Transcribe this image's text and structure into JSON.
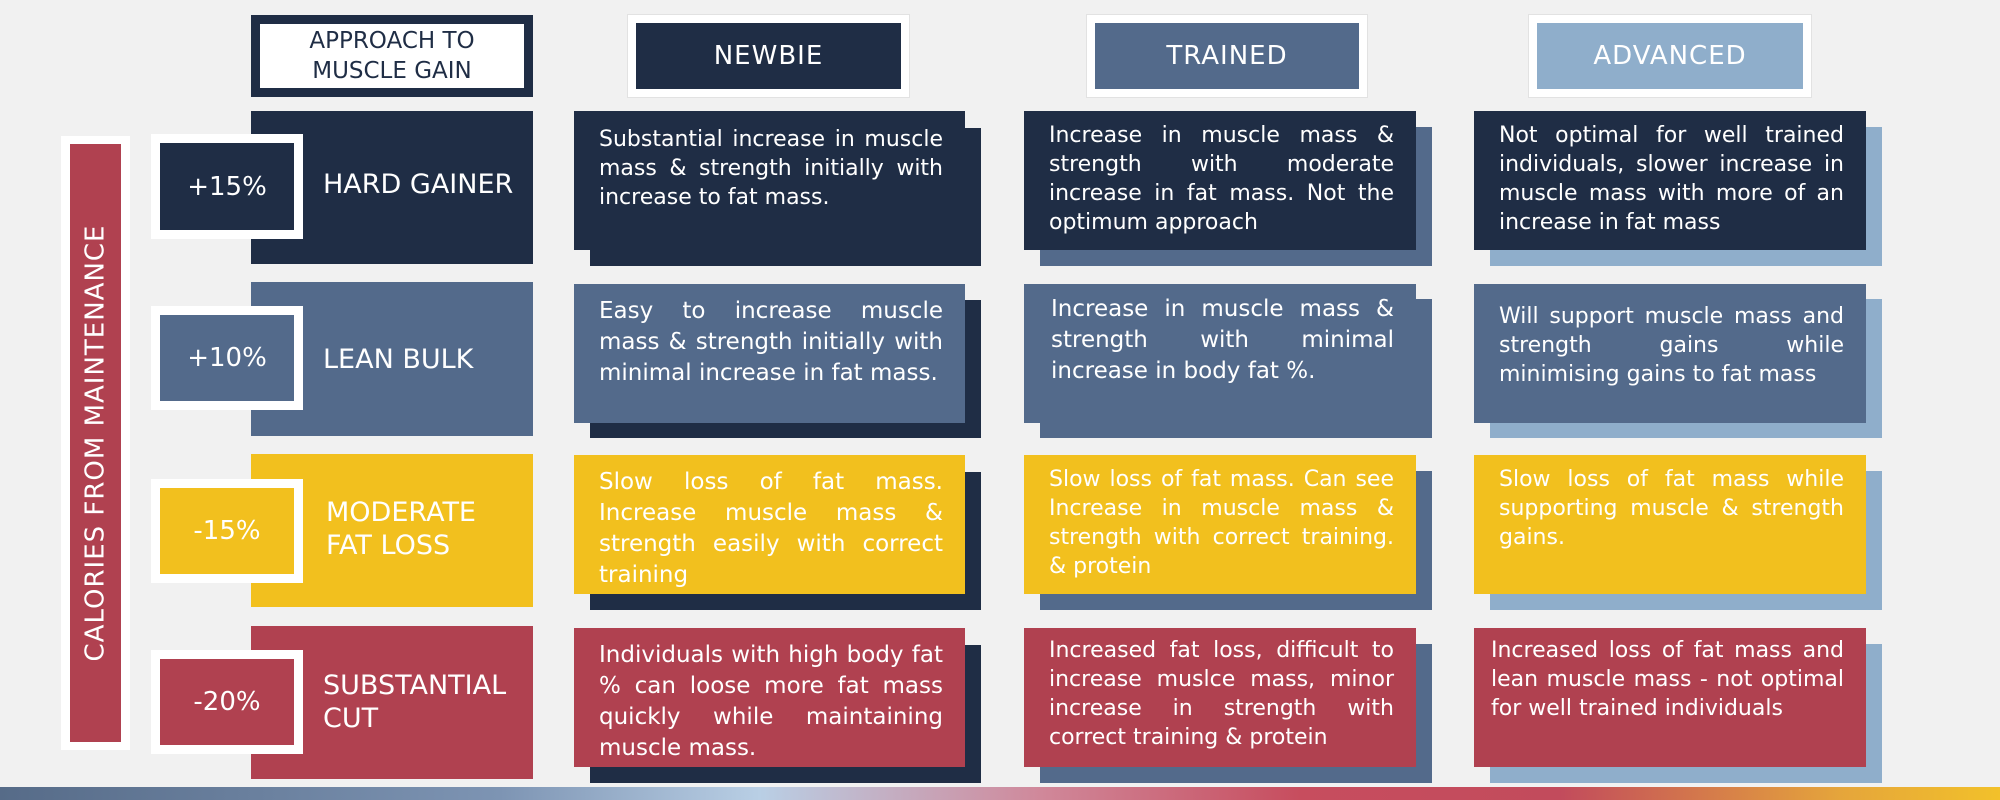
{
  "header": {
    "approach_label": "APPROACH TO MUSCLE GAIN",
    "columns": [
      "NEWBIE",
      "TRAINED",
      "ADVANCED"
    ]
  },
  "side_label": "CALORIES FROM MAINTENANCE",
  "rows": [
    {
      "percent": "+15%",
      "label": "HARD GAINER",
      "cells": [
        "Substantial increase in muscle mass & strength initially with increase to fat mass.",
        "Increase in muscle mass & strength with moderate increase in fat mass. Not the optimum approach",
        "Not optimal for well trained individuals, slower increase in muscle mass with more of an increase in fat mass"
      ]
    },
    {
      "percent": "+10%",
      "label": "LEAN BULK",
      "cells": [
        "Easy to increase muscle mass & strength initially with minimal increase in fat mass.",
        "Increase in muscle mass & strength with minimal increase in body fat %.",
        "Will support muscle mass and strength gains while minimising gains to fat mass"
      ]
    },
    {
      "percent": "-15%",
      "label": "MODERATE FAT LOSS",
      "cells": [
        "Slow loss of fat mass. Increase muscle mass & strength easily with correct training",
        "Slow loss of fat mass. Can see Increase in muscle mass & strength with correct training. & protein",
        "Slow loss of fat mass while supporting muscle & strength gains."
      ]
    },
    {
      "percent": "-20%",
      "label": "SUBSTANTIAL CUT",
      "cells": [
        "Individuals with high body fat % can loose more fat mass quickly while maintaining muscle mass.",
        "Increased fat loss, difficult to increase muslce mass, minor increase in strength with correct training & protein",
        "Increased loss of fat mass and lean muscle mass - not optimal for well trained individuals"
      ]
    }
  ],
  "colors": {
    "dark_navy": "#1f2d45",
    "slate_blue": "#536a8b",
    "light_blue": "#8faecb",
    "yellow": "#f2c01e",
    "red": "#b04150",
    "white": "#ffffff",
    "background": "#f1f1f1"
  }
}
